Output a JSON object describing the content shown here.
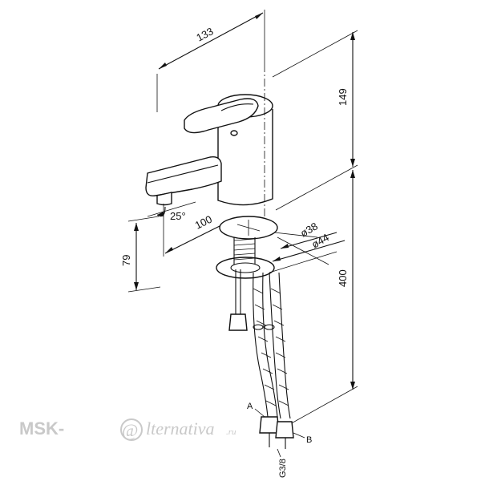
{
  "dimensions": {
    "width_top": "133",
    "height_body": "149",
    "height_total": "400",
    "spout_reach": "100",
    "spout_angle": "25°",
    "spout_height": "79",
    "base_diameter_inner": "ø38",
    "base_diameter_outer": "ø44"
  },
  "hoses": {
    "label_a": "A",
    "label_b": "B",
    "thread": "G3/8"
  },
  "watermark": {
    "brand": "MSK-",
    "at_symbol": "@",
    "script": "lternativa",
    "domain": ".ru"
  }
}
